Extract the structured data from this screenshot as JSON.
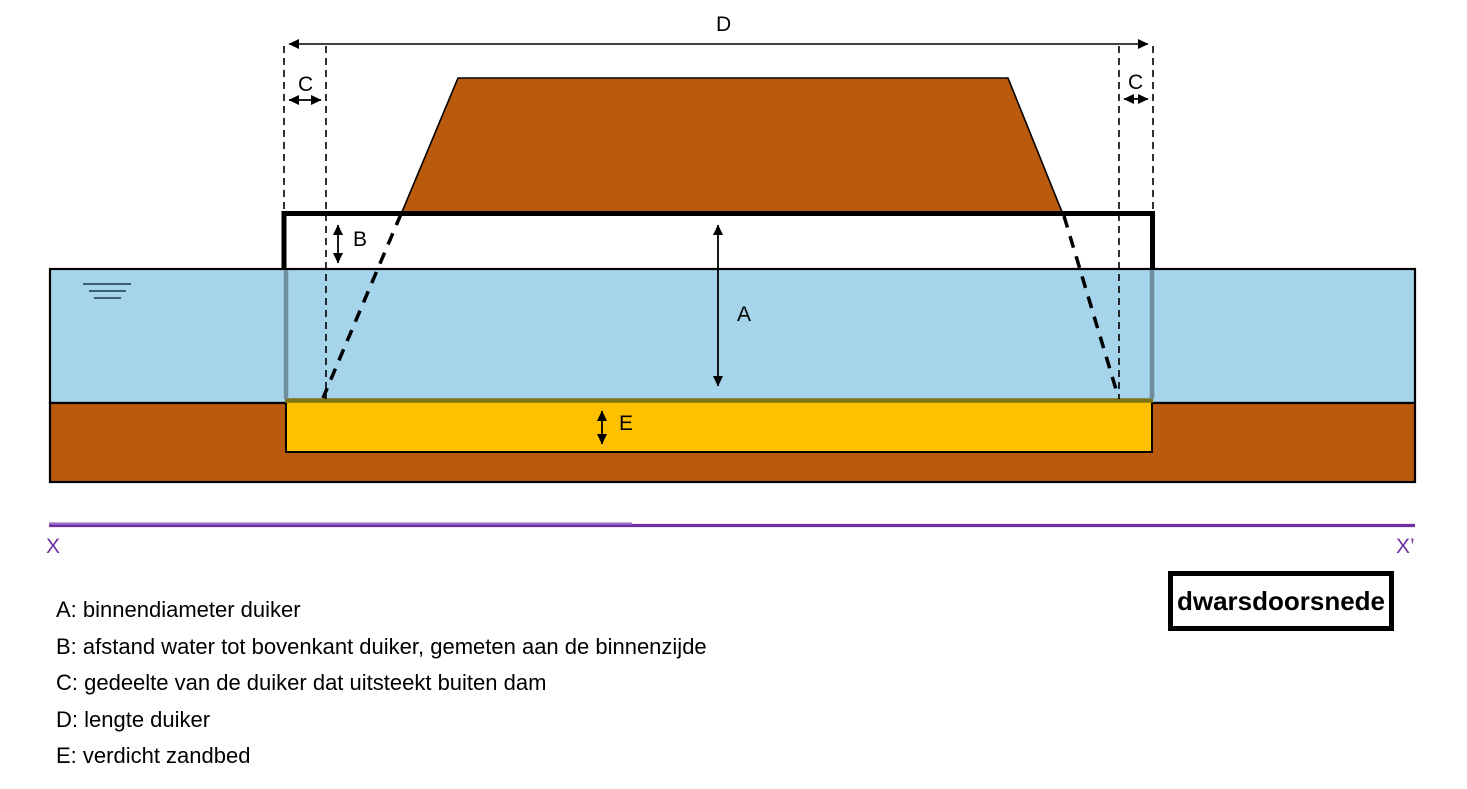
{
  "diagram": {
    "labels": {
      "a": "A",
      "b": "B",
      "c_left": "C",
      "c_right": "C",
      "d": "D",
      "e": "E"
    },
    "section_line": {
      "left": "X",
      "right": "X’"
    },
    "title_box": "dwarsdoorsnede"
  },
  "legend": {
    "items": [
      "A: binnendiameter duiker",
      "B: afstand water tot bovenkant duiker, gemeten aan de binnenzijde",
      "C: gedeelte van de duiker dat uitsteekt buiten dam",
      "D: lengte duiker",
      "E: verdicht zandbed"
    ]
  },
  "colors": {
    "dam_and_ground_brown": "#BA5A0C",
    "water_blue": "#A5D4EB",
    "sandbed_yellow": "#FFC000",
    "section_line_purple": "#7030A0",
    "culvert_wall_grey": "#708D9B",
    "sandbed_top_olive": "#7E7314",
    "outline_black": "#000000"
  }
}
